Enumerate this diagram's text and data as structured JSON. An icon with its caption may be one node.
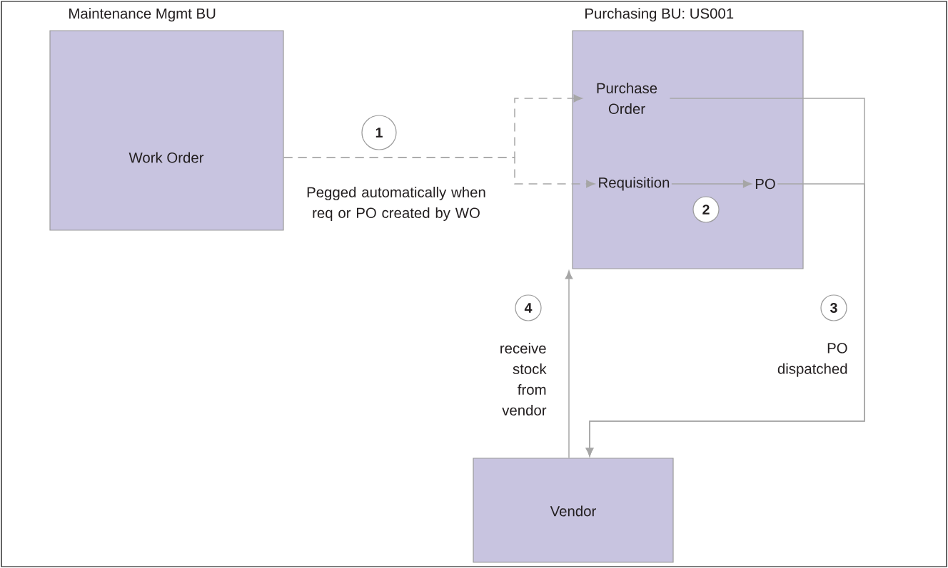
{
  "diagram": {
    "nodes": [
      {
        "text": [
          "Maintenance Mgmt BU",
          "Work Order"
        ]
      },
      {
        "text": [
          "1"
        ]
      },
      {
        "text": [
          "Purchasing BU: US001"
        ]
      },
      {
        "text": [
          "Purchase Order"
        ],
        "in": 2
      },
      {
        "text": [
          "Requisition"
        ],
        "in": 2
      },
      {
        "text": [
          "PO"
        ],
        "in": 2
      },
      {
        "text": [
          "2"
        ],
        "in": 2
      },
      {
        "text": [
          "4"
        ]
      },
      {
        "text": [
          "3"
        ]
      },
      {
        "text": [
          "Vendor"
        ]
      }
    ],
    "edges": [
      {
        "from": 0,
        "to": 3,
        "arrow": "to",
        "style": "dashed",
        "label": "Pegged automatically when req or PO created by WO"
      },
      {
        "from": 0,
        "to": 4,
        "arrow": "to",
        "style": "dashed"
      },
      {
        "from": 4,
        "to": 5,
        "arrow": "to"
      },
      {
        "from": 3,
        "to": 9,
        "arrow": "to",
        "label": "PO dispatched"
      },
      {
        "from": 5,
        "to": 9,
        "arrow": "to"
      },
      {
        "from": 9,
        "to": 2,
        "arrow": "to",
        "label": "receive stock from vendor"
      }
    ]
  }
}
